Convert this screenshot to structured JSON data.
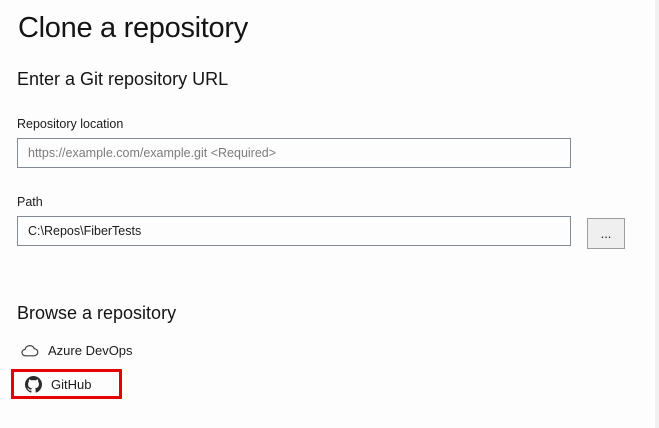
{
  "page": {
    "title": "Clone a repository"
  },
  "url_section": {
    "heading": "Enter a Git repository URL",
    "repository_location": {
      "label": "Repository location",
      "placeholder": "https://example.com/example.git <Required>",
      "value": ""
    },
    "path": {
      "label": "Path",
      "value": "C:\\Repos\\FiberTests"
    },
    "browse_button_label": "..."
  },
  "browse_section": {
    "heading": "Browse a repository",
    "items": [
      {
        "label": "Azure DevOps",
        "icon": "cloud-icon",
        "highlighted": false
      },
      {
        "label": "GitHub",
        "icon": "github-icon",
        "highlighted": true
      }
    ]
  },
  "colors": {
    "highlight_red": "#e60000",
    "input_border": "#848a95",
    "background": "#fdfdfd",
    "text": "#161616",
    "placeholder_text": "#7c7c7c"
  }
}
